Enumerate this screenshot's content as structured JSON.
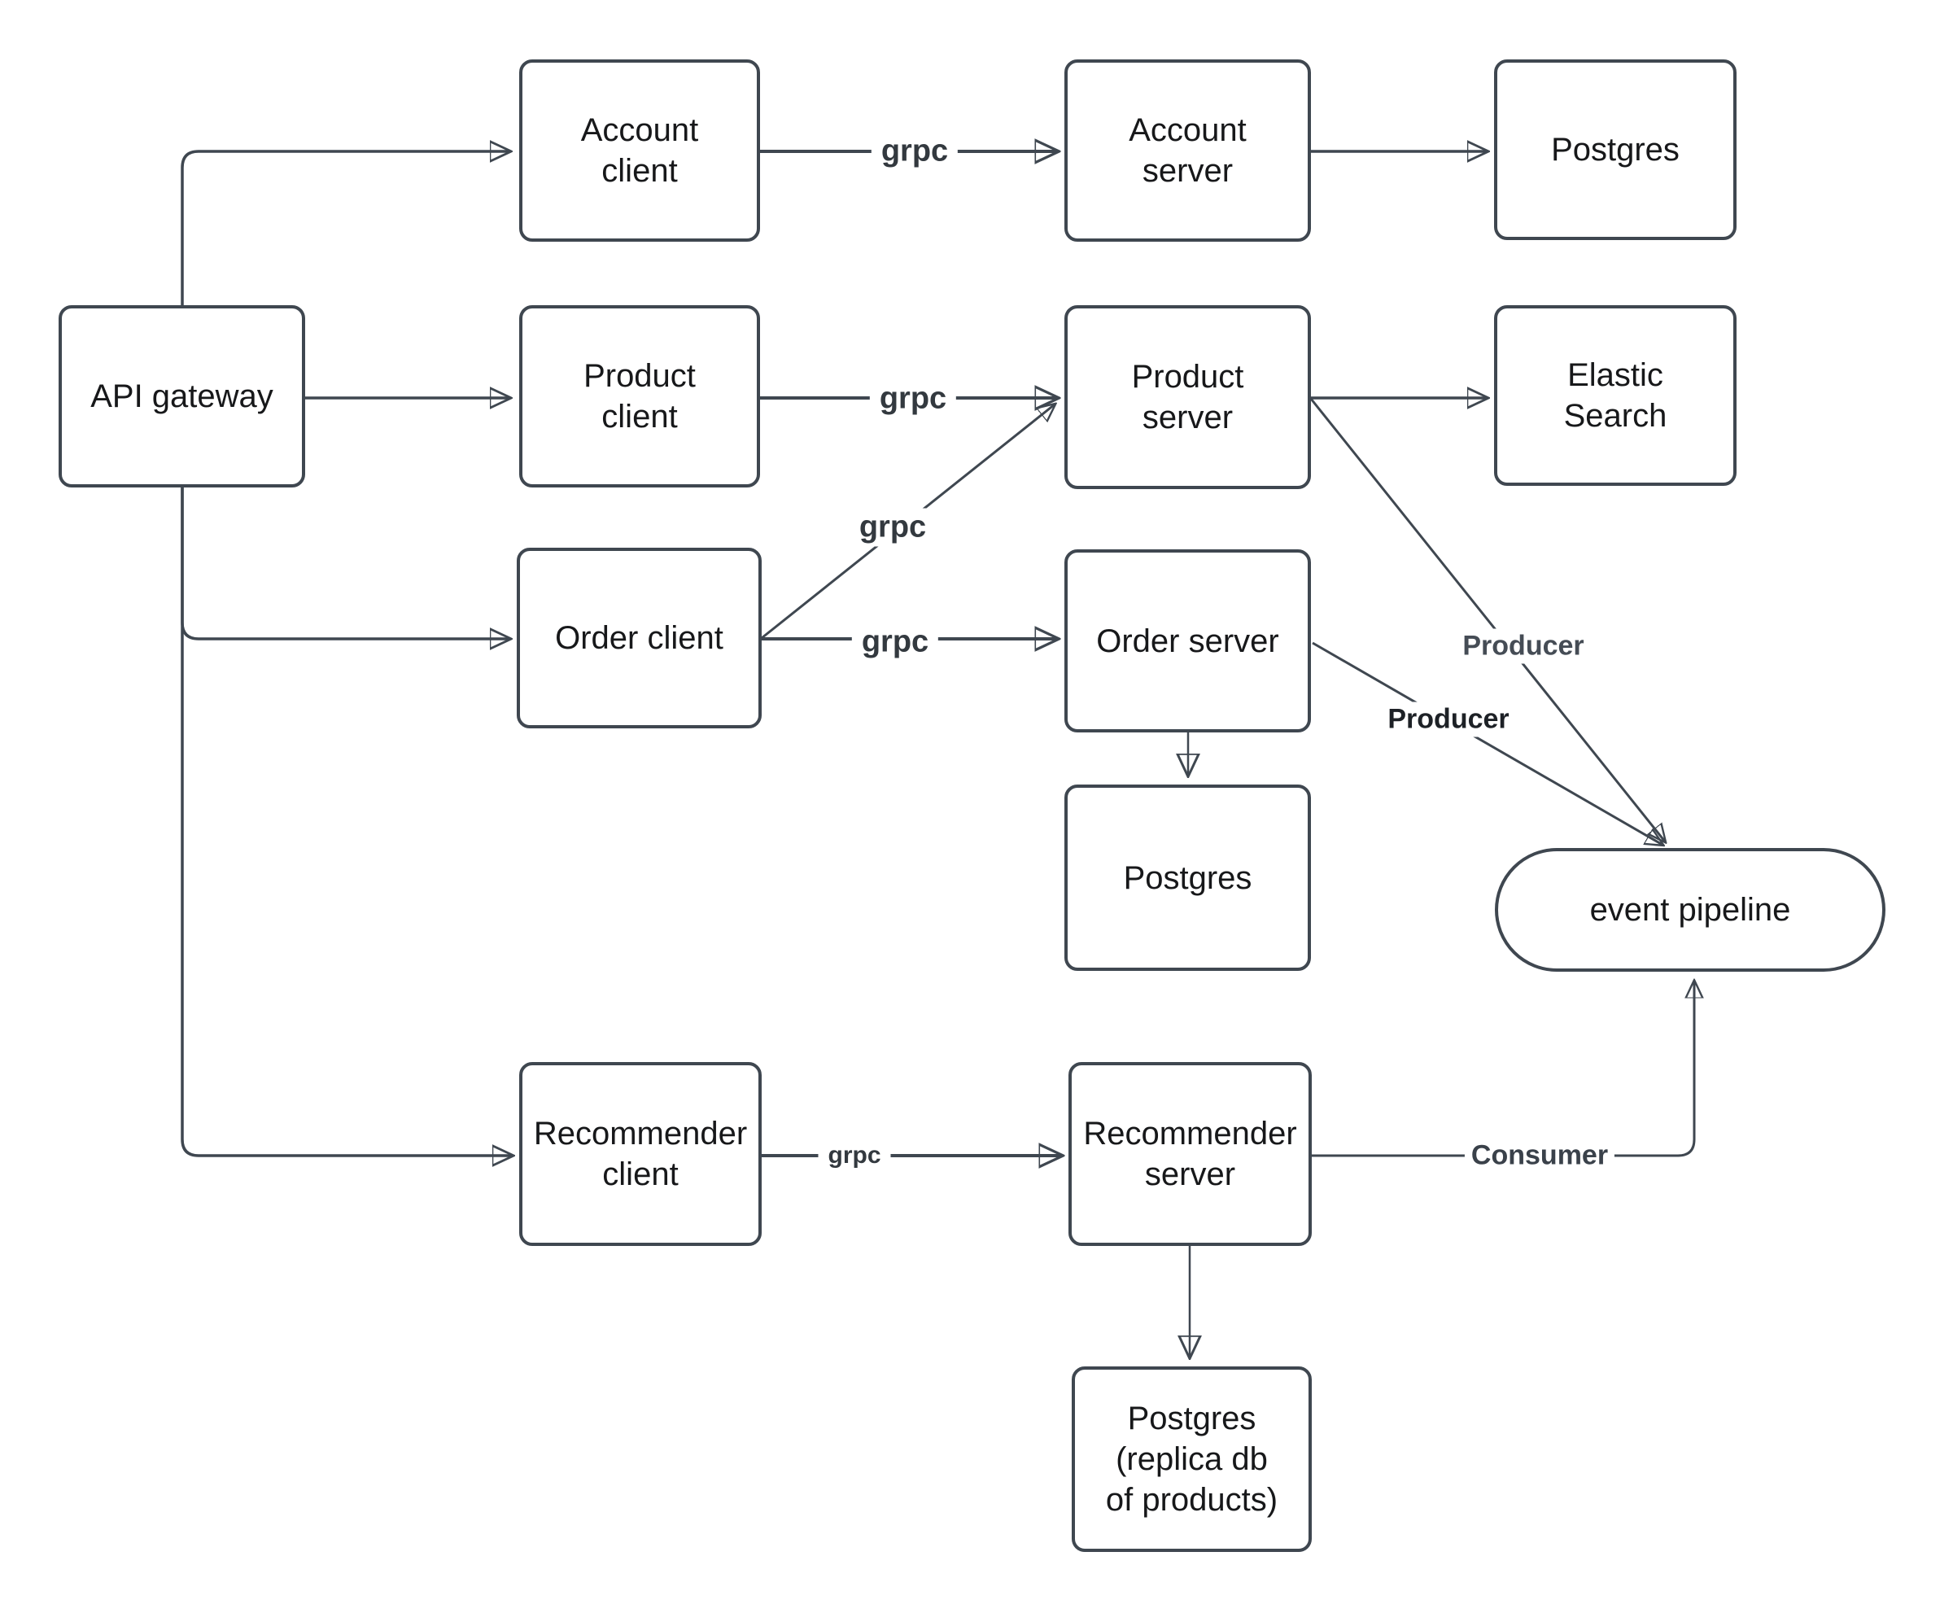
{
  "diagram": {
    "type": "flowchart",
    "colors": {
      "background": "#ffffff",
      "stroke": "#3F4750",
      "node_text": "#17181A",
      "edge_label_text": "#33393F"
    },
    "nodes": {
      "api_gateway": {
        "label": "API gateway",
        "shape": "rect"
      },
      "account_client": {
        "label": "Account\nclient",
        "shape": "rect"
      },
      "account_server": {
        "label": "Account\nserver",
        "shape": "rect"
      },
      "postgres_account": {
        "label": "Postgres",
        "shape": "rect"
      },
      "product_client": {
        "label": "Product\nclient",
        "shape": "rect"
      },
      "product_server": {
        "label": "Product\nserver",
        "shape": "rect"
      },
      "elastic_search": {
        "label": "Elastic\nSearch",
        "shape": "rect"
      },
      "order_client": {
        "label": "Order client",
        "shape": "rect"
      },
      "order_server": {
        "label": "Order server",
        "shape": "rect"
      },
      "postgres_order": {
        "label": "Postgres",
        "shape": "rect"
      },
      "event_pipeline": {
        "label": "event pipeline",
        "shape": "stadium"
      },
      "recommender_client": {
        "label": "Recommender\nclient",
        "shape": "rect"
      },
      "recommender_server": {
        "label": "Recommender\nserver",
        "shape": "rect"
      },
      "postgres_replica": {
        "label": "Postgres\n(replica db\nof products)",
        "shape": "rect"
      }
    },
    "edge_labels": {
      "grpc_account": "grpc",
      "grpc_product": "grpc",
      "grpc_order_product": "grpc",
      "grpc_order": "grpc",
      "grpc_recommender": "grpc",
      "producer_product": "Producer",
      "producer_order": "Producer",
      "consumer": "Consumer"
    },
    "edges": [
      "API gateway -> Account client",
      "API gateway -> Product client",
      "API gateway -> Order client",
      "API gateway -> Recommender client",
      "Account client -grpc-> Account server",
      "Account server -> Postgres",
      "Product client -grpc-> Product server",
      "Order client -grpc-> Product server",
      "Order client -grpc-> Order server",
      "Order server -> Postgres",
      "Product server -> Elastic Search",
      "Product server -Producer-> event pipeline",
      "Order server -Producer-> event pipeline",
      "Recommender client -grpc-> Recommender server",
      "Recommender server -Consumer-> event pipeline",
      "Recommender server -> Postgres (replica db of products)"
    ]
  }
}
